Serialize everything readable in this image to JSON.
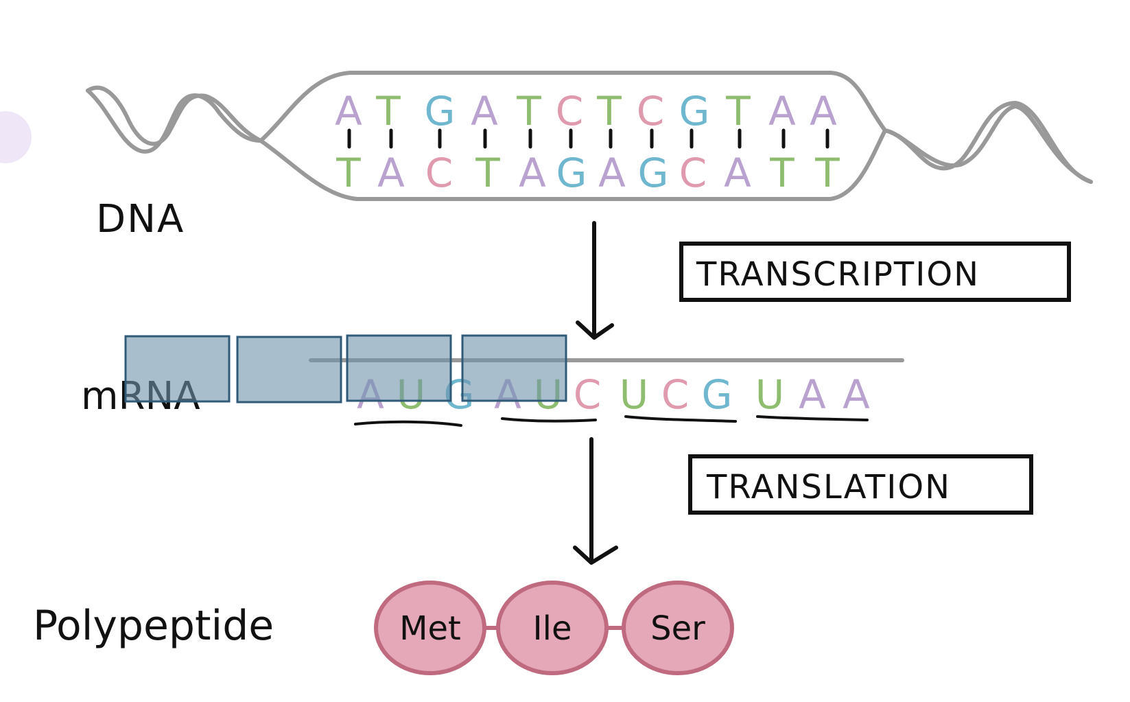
{
  "labels": {
    "dna": "DNA",
    "mrna": "mRNA",
    "polypeptide": "Polypeptide"
  },
  "steps": {
    "transcription": "TRANSCRIPTION",
    "translation": "TRANSLATION"
  },
  "dna": {
    "top_strand": [
      "A",
      "T",
      "G",
      "A",
      "T",
      "C",
      "T",
      "C",
      "G",
      "T",
      "A",
      "A"
    ],
    "bottom_strand": [
      "T",
      "A",
      "C",
      "T",
      "A",
      "G",
      "A",
      "G",
      "C",
      "A",
      "T",
      "T"
    ]
  },
  "mrna": {
    "sequence": [
      "A",
      "U",
      "G",
      "A",
      "U",
      "C",
      "U",
      "C",
      "G",
      "U",
      "A",
      "A"
    ]
  },
  "polypeptide": {
    "amino_acids": [
      "Met",
      "Ile",
      "Ser"
    ]
  },
  "colors": {
    "A": "#b9a2cf",
    "T": "#8fbd6f",
    "U": "#8fbd6f",
    "G": "#6fb6cf",
    "C": "#df9aae",
    "strand": "#999999",
    "ink": "#111111",
    "bead_fill": "#e4a8b8",
    "bead_stroke": "#c06a80",
    "overlay_fill": "#6f93ab",
    "overlay_stroke": "#2f5a78",
    "blob": "#efe6f8"
  }
}
